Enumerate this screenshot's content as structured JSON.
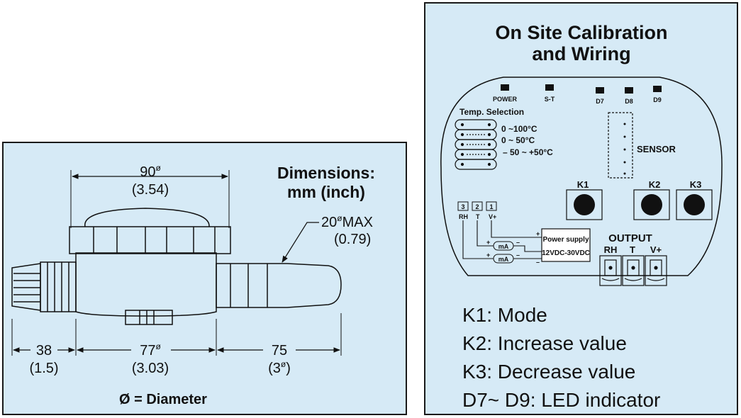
{
  "dimensions": {
    "title_line1": "Dimensions:",
    "title_line2": "mm (inch)",
    "diameter_top_mm": "90",
    "diameter_top_in": "(3.54)",
    "probe_mm": "20",
    "probe_suffix": "MAX",
    "probe_in": "(0.79)",
    "left_mm": "38",
    "left_in": "(1.5)",
    "mid_mm": "77",
    "mid_in": "(3.03)",
    "right_mm": "75",
    "right_in_num": "(3",
    "right_in_close": ")",
    "diameter_symbol": "ø",
    "footnote": "Ø = Diameter"
  },
  "wiring": {
    "title_line1": "On Site Calibration",
    "title_line2": "and Wiring",
    "leds": [
      "POWER",
      "S-T",
      "D7",
      "D8",
      "D9"
    ],
    "temp_selection": "Temp. Selection",
    "temp_options": [
      "0 ~100°C",
      "0 ~ 50°C",
      "– 50 ~ +50°C"
    ],
    "sensor_label": "SENSOR",
    "keys": [
      "K1",
      "K2",
      "K3"
    ],
    "terminals_numbers": [
      "3",
      "2",
      "1"
    ],
    "terminals_labels": [
      "RH",
      "T",
      "V+"
    ],
    "meter_label": "mA",
    "plus": "+",
    "minus": "–",
    "power_supply_line1": "Power supply",
    "power_supply_line2": "12VDC-30VDC",
    "output_title": "OUTPUT",
    "output_labels": [
      "RH",
      "T",
      "V+"
    ]
  },
  "legend": [
    "K1: Mode",
    "K2: Increase value",
    "K3: Decrease value",
    "D7~ D9: LED indicator"
  ]
}
